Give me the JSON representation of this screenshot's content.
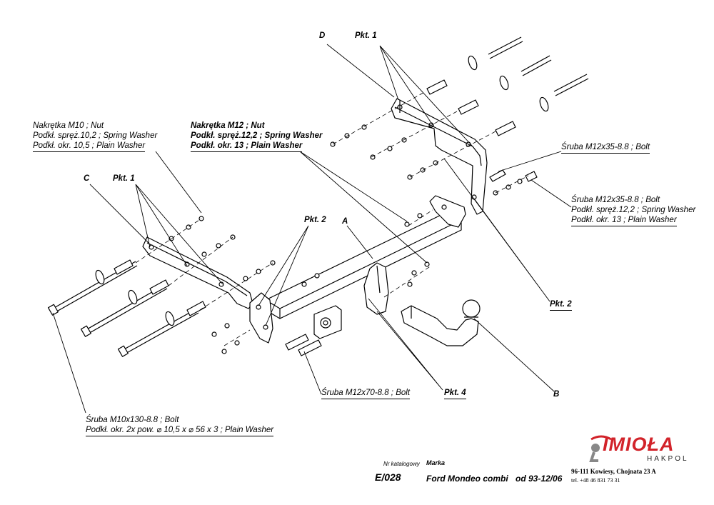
{
  "labels": {
    "D": "D",
    "C": "C",
    "A": "A",
    "B": "B",
    "pkt1_top": "Pkt. 1",
    "pkt1_left": "Pkt. 1",
    "pkt2_mid": "Pkt. 2",
    "pkt2_right": "Pkt. 2",
    "pkt4": "Pkt. 4"
  },
  "callouts": {
    "nut_m10": [
      "Nakrętka  M10 ; Nut",
      "Podkł. spręż.10,2 ; Spring Washer",
      "Podkł. okr. 10,5 ; Plain Washer"
    ],
    "nut_m12": [
      "Nakrętka  M12 ; Nut",
      "Podkł. spręż.12,2 ; Spring Washer",
      "Podkł. okr. 13 ; Plain Washer"
    ],
    "bolt_m12x35_a": "Śruba M12x35-8.8 ;  Bolt",
    "bolt_m12x35_b": [
      "Śruba M12x35-8.8 ;  Bolt",
      "Podkł. spręż.12,2 ; Spring Washer",
      "Podkł. okr. 13 ; Plain Washer"
    ],
    "bolt_m12x70": "Śruba M12x70-8.8 ;  Bolt",
    "bolt_m10x130": [
      "Śruba M10x130-8.8 ;  Bolt",
      "Podkł. okr. 2x pow. ⌀ 10,5 x ⌀ 56 x 3 ; Plain Washer"
    ]
  },
  "footer": {
    "catalog_label": "Nr katalogowy",
    "brand_label": "Marka",
    "catalog_no": "E/028",
    "car": "Ford Mondeo combi",
    "years": "od 93-12/06"
  },
  "company": {
    "logo": "IMIOŁA",
    "sub": "HAKPOL",
    "address": "96-111 Kowiesy, Chojnata 23 A",
    "phone": "tel. +48 46 831 73 31",
    "logo_color": "#d2232a",
    "logo_icon": "hitch-ball-logo-icon"
  }
}
